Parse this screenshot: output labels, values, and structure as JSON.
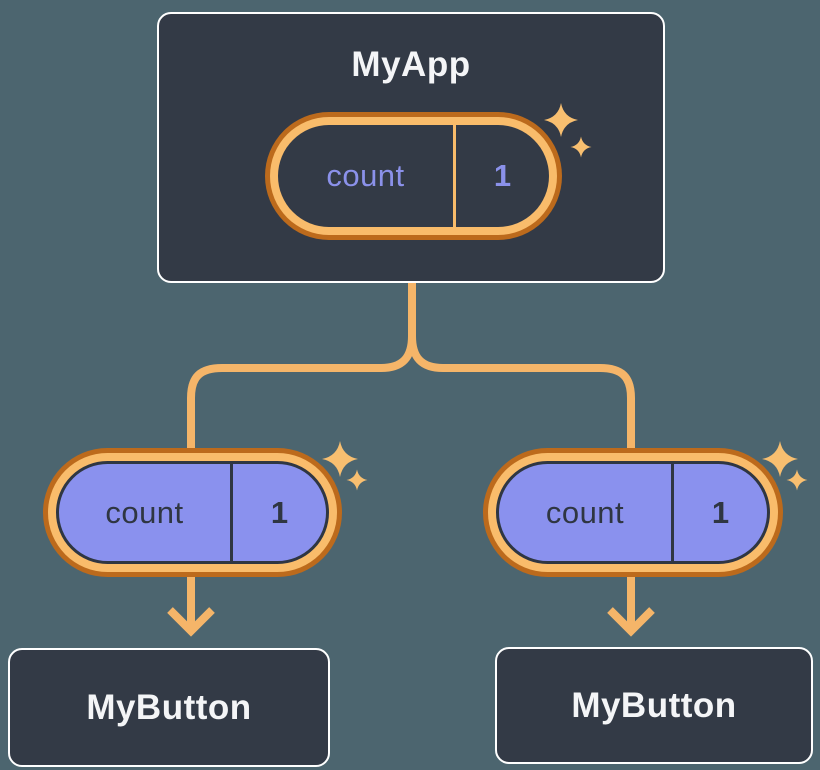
{
  "theme": {
    "bg": "#4c656f",
    "node_fill": "#333a46",
    "node_border": "#ffffff",
    "line": "#f5b569",
    "ring_light": "#f9bc6b",
    "ring_dark": "#bc6a1c",
    "purple": "#8a91ee",
    "state_text": "#8b91ea",
    "dark_text": "#2f3642",
    "title_text": "#f4f5f7",
    "sparkle": "#f8bf70"
  },
  "icons": {
    "sparkles": "four-point-star-pair",
    "arrowhead": "chevron-down"
  },
  "root_node": {
    "title": "MyApp",
    "state": {
      "name": "count",
      "value": "1"
    }
  },
  "child_nodes": [
    {
      "title": "MyButton",
      "prop": {
        "name": "count",
        "value": "1"
      }
    },
    {
      "title": "MyButton",
      "prop": {
        "name": "count",
        "value": "1"
      }
    }
  ]
}
